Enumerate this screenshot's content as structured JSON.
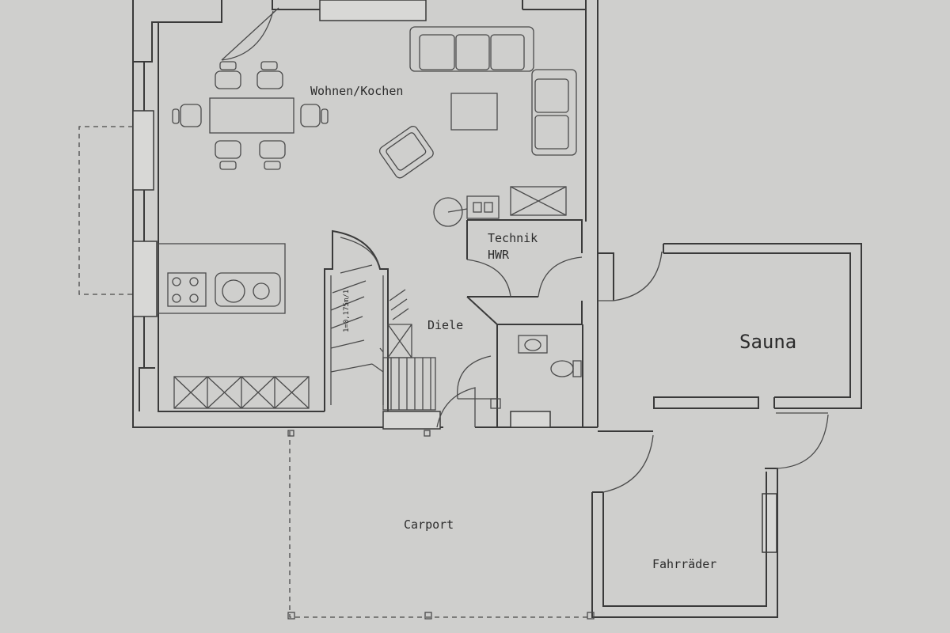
{
  "plan": {
    "rooms": {
      "wohnen_kochen": "Wohnen/Kochen",
      "technik": "Technik",
      "hwr": "HWR",
      "diele": "Diele",
      "sauna": "Sauna",
      "carport": "Carport",
      "fahrraeder": "Fahrräder"
    },
    "stair_note": "1=0,175m/1"
  },
  "colors": {
    "paper": "#cfcfcd",
    "ink": "#3a3a3a"
  }
}
